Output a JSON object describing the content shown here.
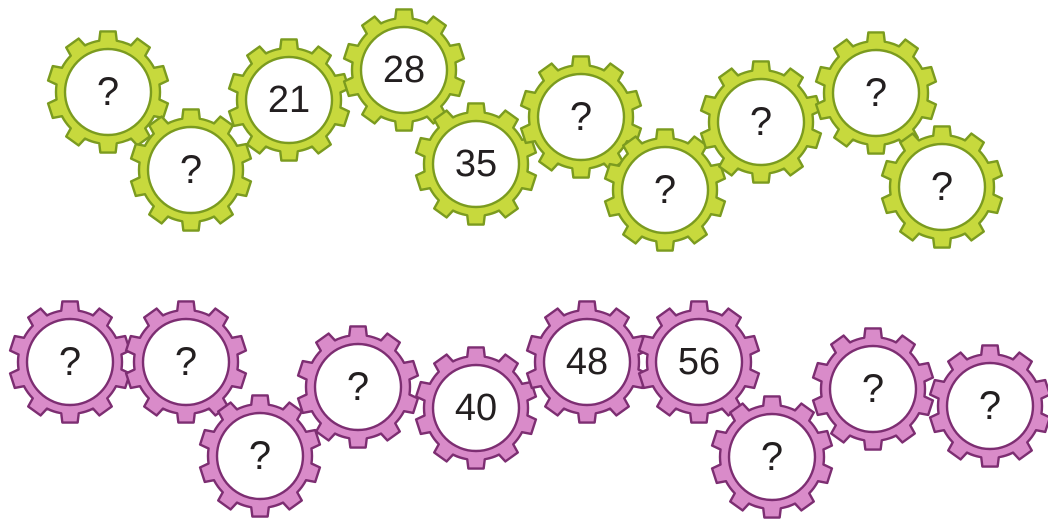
{
  "rows": [
    {
      "name": "green-row",
      "fill": "#c7d93d",
      "stroke": "#7b9b1f",
      "gears": [
        {
          "label": "?"
        },
        {
          "label": "?"
        },
        {
          "label": "21"
        },
        {
          "label": "28"
        },
        {
          "label": "35"
        },
        {
          "label": "?"
        },
        {
          "label": "?"
        },
        {
          "label": "?"
        },
        {
          "label": "?"
        },
        {
          "label": "?"
        }
      ]
    },
    {
      "name": "purple-row",
      "fill": "#d98bc9",
      "stroke": "#7d2e72",
      "gears": [
        {
          "label": "?"
        },
        {
          "label": "?"
        },
        {
          "label": "?"
        },
        {
          "label": "?"
        },
        {
          "label": "40"
        },
        {
          "label": "48"
        },
        {
          "label": "56"
        },
        {
          "label": "?"
        },
        {
          "label": "?"
        },
        {
          "label": "?"
        }
      ]
    }
  ]
}
